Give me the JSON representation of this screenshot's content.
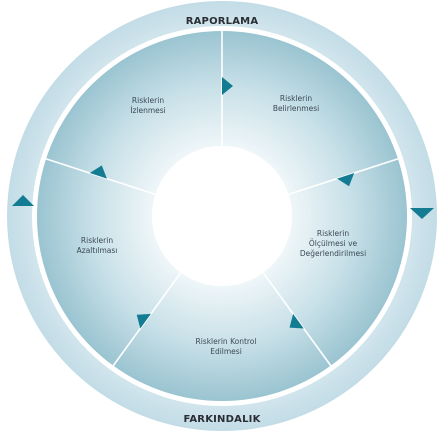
{
  "diagram": {
    "top_label": "RAPORLAMA",
    "bottom_label": "FARKINDALIK",
    "segments": [
      {
        "lines": [
          "Risklerin",
          "Belirlenmesi"
        ]
      },
      {
        "lines": [
          "Risklerin",
          "Ölçülmesi ve",
          "Değerlendirilmesi"
        ]
      },
      {
        "lines": [
          "Risklerin Kontrol",
          "Edilmesi"
        ]
      },
      {
        "lines": [
          "Risklerin",
          "Azaltılması"
        ]
      },
      {
        "lines": [
          "Risklerin",
          "İzlenmesi"
        ]
      }
    ]
  },
  "colors": {
    "outer_ring": "#cfe4ec",
    "segment_center": "#dcebf0",
    "segment_edge": "#9cc6d3",
    "divider": "#ffffff",
    "arrow": "#137c93"
  }
}
